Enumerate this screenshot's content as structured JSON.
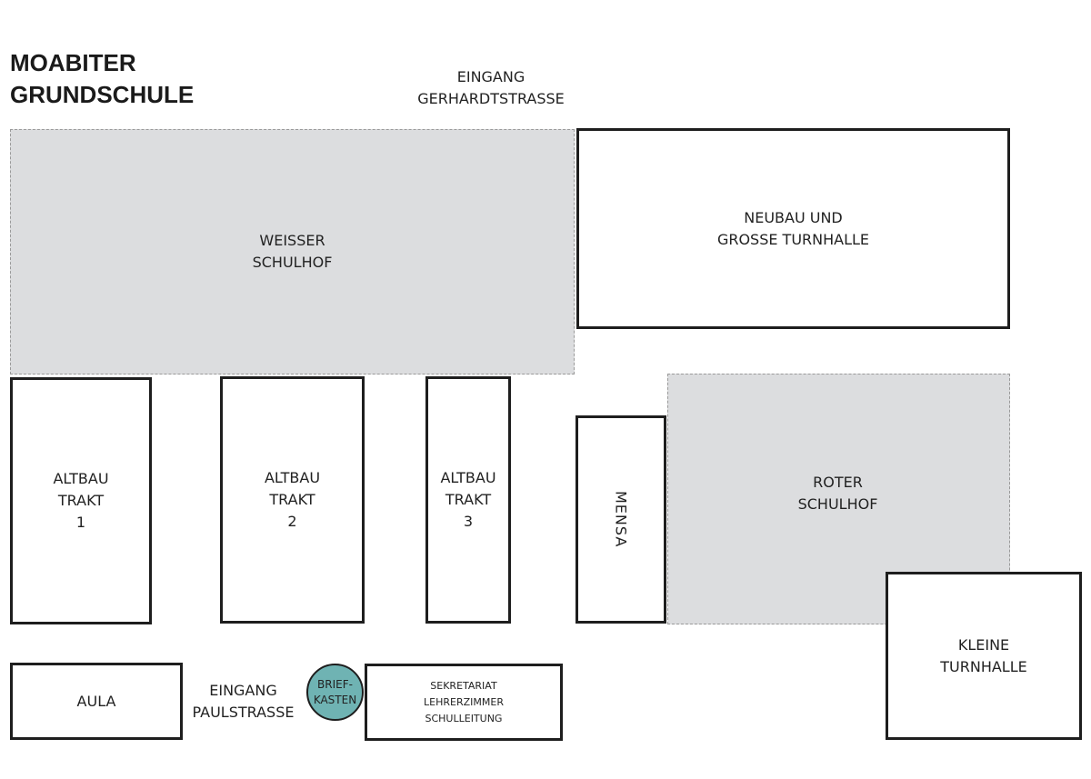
{
  "title": [
    "MOABITER",
    "GRUNDSCHULE"
  ],
  "entrances": {
    "gerhardtstrasse": [
      "EINGANG",
      "GERHARDTSTRASSE"
    ],
    "paulstrasse": [
      "EINGANG",
      "PAULSTRASSE"
    ]
  },
  "areas": {
    "weisser_schulhof": [
      "WEISSER",
      "SCHULHOF"
    ],
    "neubau": [
      "NEUBAU UND",
      "GROSSE TURNHALLE"
    ],
    "altbau1": [
      "ALTBAU",
      "TRAKT",
      "1"
    ],
    "altbau2": [
      "ALTBAU",
      "TRAKT",
      "2"
    ],
    "altbau3": [
      "ALTBAU",
      "TRAKT",
      "3"
    ],
    "mensa": "MENSA",
    "roter_schulhof": [
      "ROTER",
      "SCHULHOF"
    ],
    "kleine_turnhalle": [
      "KLEINE",
      "TURNHALLE"
    ],
    "aula": "AULA",
    "briefkasten": [
      "BRIEF-",
      "KASTEN"
    ],
    "sekretariat": [
      "SEKRETARIAT",
      "LEHRERZIMMER",
      "SCHULLEITUNG"
    ]
  },
  "colors": {
    "yard": "#dcdddf",
    "mailbox": "#6fb3b3",
    "outline": "#1e1e1e"
  }
}
